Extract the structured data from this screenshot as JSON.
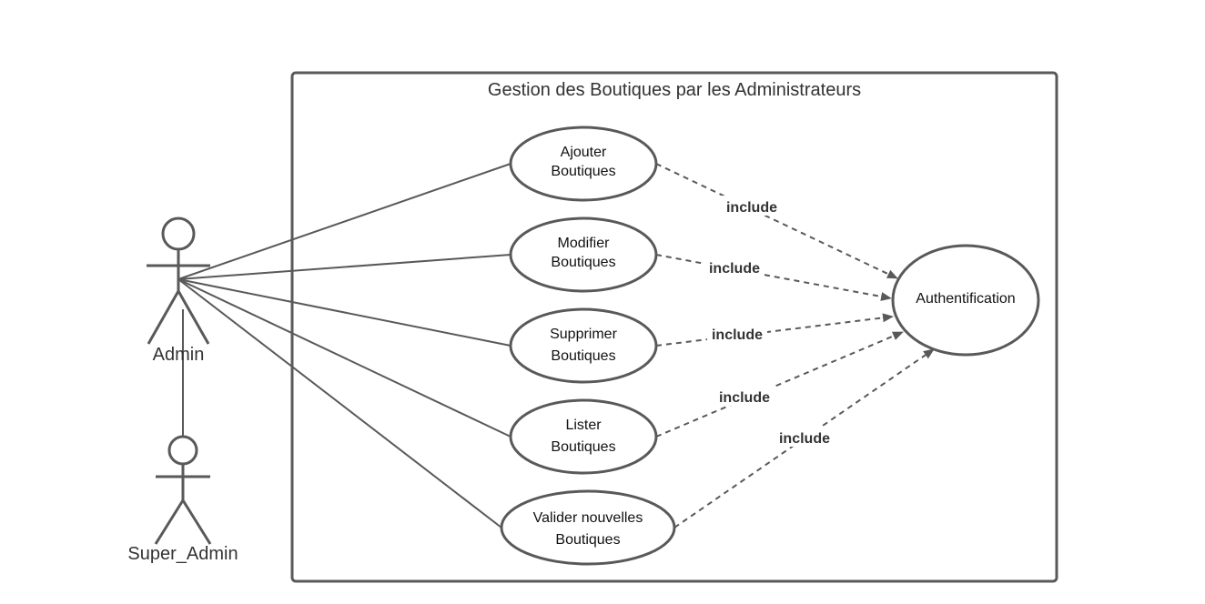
{
  "system": {
    "title": "Gestion des Boutiques par les Administrateurs"
  },
  "actors": [
    {
      "id": "admin",
      "label": "Admin"
    },
    {
      "id": "super_admin",
      "label": "Super_Admin"
    }
  ],
  "use_cases": [
    {
      "id": "ajouter",
      "line1": "Ajouter",
      "line2": "Boutiques"
    },
    {
      "id": "modifier",
      "line1": "Modifier",
      "line2": "Boutiques"
    },
    {
      "id": "supprimer",
      "line1": "Supprimer",
      "line2": "Boutiques"
    },
    {
      "id": "lister",
      "line1": "Lister",
      "line2": "Boutiques"
    },
    {
      "id": "valider",
      "line1": "Valider nouvelles",
      "line2": "Boutiques"
    },
    {
      "id": "auth",
      "line1": "Authentification"
    }
  ],
  "relations": {
    "include_label": "include",
    "includes": [
      {
        "from": "ajouter",
        "to": "auth",
        "label": "include"
      },
      {
        "from": "modifier",
        "to": "auth",
        "label": "include"
      },
      {
        "from": "supprimer",
        "to": "auth",
        "label": "include"
      },
      {
        "from": "lister",
        "to": "auth",
        "label": "include"
      },
      {
        "from": "valider",
        "to": "auth",
        "label": "include"
      }
    ],
    "associations": [
      {
        "from": "admin",
        "to": "ajouter"
      },
      {
        "from": "admin",
        "to": "modifier"
      },
      {
        "from": "admin",
        "to": "supprimer"
      },
      {
        "from": "admin",
        "to": "lister"
      },
      {
        "from": "admin",
        "to": "valider"
      }
    ],
    "generalization": {
      "from": "super_admin",
      "to": "admin"
    }
  },
  "colors": {
    "line": "#595959",
    "text": "#333333",
    "background": "#ffffff"
  }
}
